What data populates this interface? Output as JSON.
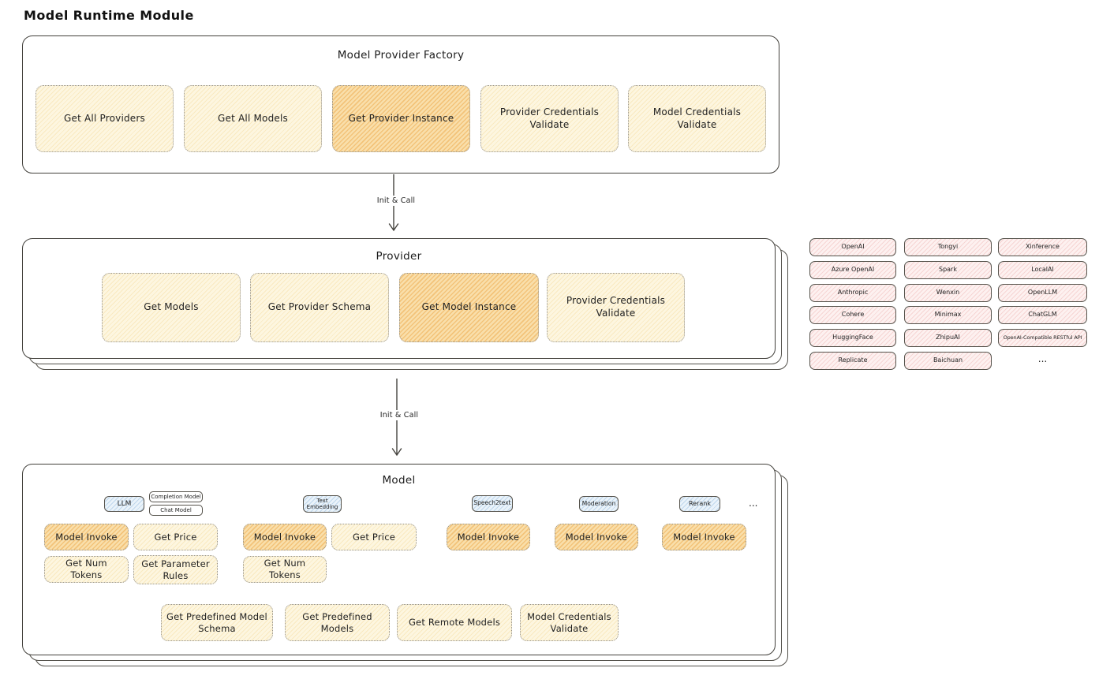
{
  "page_title": "Model Runtime Module",
  "arrows": {
    "factory_to_provider": "Init & Call",
    "provider_to_model": "Init & Call"
  },
  "factory": {
    "title": "Model Provider Factory",
    "items": [
      {
        "label": "Get All Providers",
        "highlight": false
      },
      {
        "label": "Get All Models",
        "highlight": false
      },
      {
        "label": "Get Provider Instance",
        "highlight": true
      },
      {
        "label": "Provider Credentials Validate",
        "highlight": false
      },
      {
        "label": "Model Credentials Validate",
        "highlight": false
      }
    ]
  },
  "provider": {
    "title": "Provider",
    "items": [
      {
        "label": "Get Models",
        "highlight": false
      },
      {
        "label": "Get Provider Schema",
        "highlight": false
      },
      {
        "label": "Get Model Instance",
        "highlight": true
      },
      {
        "label": "Provider Credentials Validate",
        "highlight": false
      }
    ]
  },
  "providers_list": {
    "rows": [
      [
        "OpenAI",
        "Tongyi",
        "Xinference"
      ],
      [
        "Azure OpenAI",
        "Spark",
        "LocalAI"
      ],
      [
        "Anthropic",
        "Wenxin",
        "OpenLLM"
      ],
      [
        "Cohere",
        "Minimax",
        "ChatGLM"
      ],
      [
        "HuggingFace",
        "ZhipuAI",
        "OpenAI-Compatible RESTful API"
      ],
      [
        "Replicate",
        "Baichuan",
        "..."
      ]
    ]
  },
  "model": {
    "title": "Model",
    "tabs": {
      "llm": "LLM",
      "completion_model": "Completion Model",
      "chat_model": "Chat Model",
      "text_embedding": "Text Embedding",
      "speech2text": "Speech2text",
      "moderation": "Moderation",
      "rerank": "Rerank",
      "more": "..."
    },
    "llm_actions": [
      {
        "label": "Model Invoke",
        "highlight": true
      },
      {
        "label": "Get Price",
        "highlight": false
      },
      {
        "label": "Get Num Tokens",
        "highlight": false
      },
      {
        "label": "Get Parameter Rules",
        "highlight": false
      }
    ],
    "embedding_actions": [
      {
        "label": "Model Invoke",
        "highlight": true
      },
      {
        "label": "Get Price",
        "highlight": false
      },
      {
        "label": "Get Num Tokens",
        "highlight": false
      }
    ],
    "speech2text_actions": [
      {
        "label": "Model Invoke",
        "highlight": true
      }
    ],
    "moderation_actions": [
      {
        "label": "Model Invoke",
        "highlight": true
      }
    ],
    "rerank_actions": [
      {
        "label": "Model Invoke",
        "highlight": true
      }
    ],
    "shared_actions": [
      {
        "label": "Get Predefined Model Schema"
      },
      {
        "label": "Get Predefined Models"
      },
      {
        "label": "Get Remote Models"
      },
      {
        "label": "Model Credentials Validate"
      }
    ]
  },
  "colors": {
    "node_cream": "#fdf6e0",
    "node_highlight": "#f9dfab",
    "provider_chip_pink": "#fdf1f0",
    "tab_blue": "#eaf3fa",
    "stroke": "#42403b"
  }
}
